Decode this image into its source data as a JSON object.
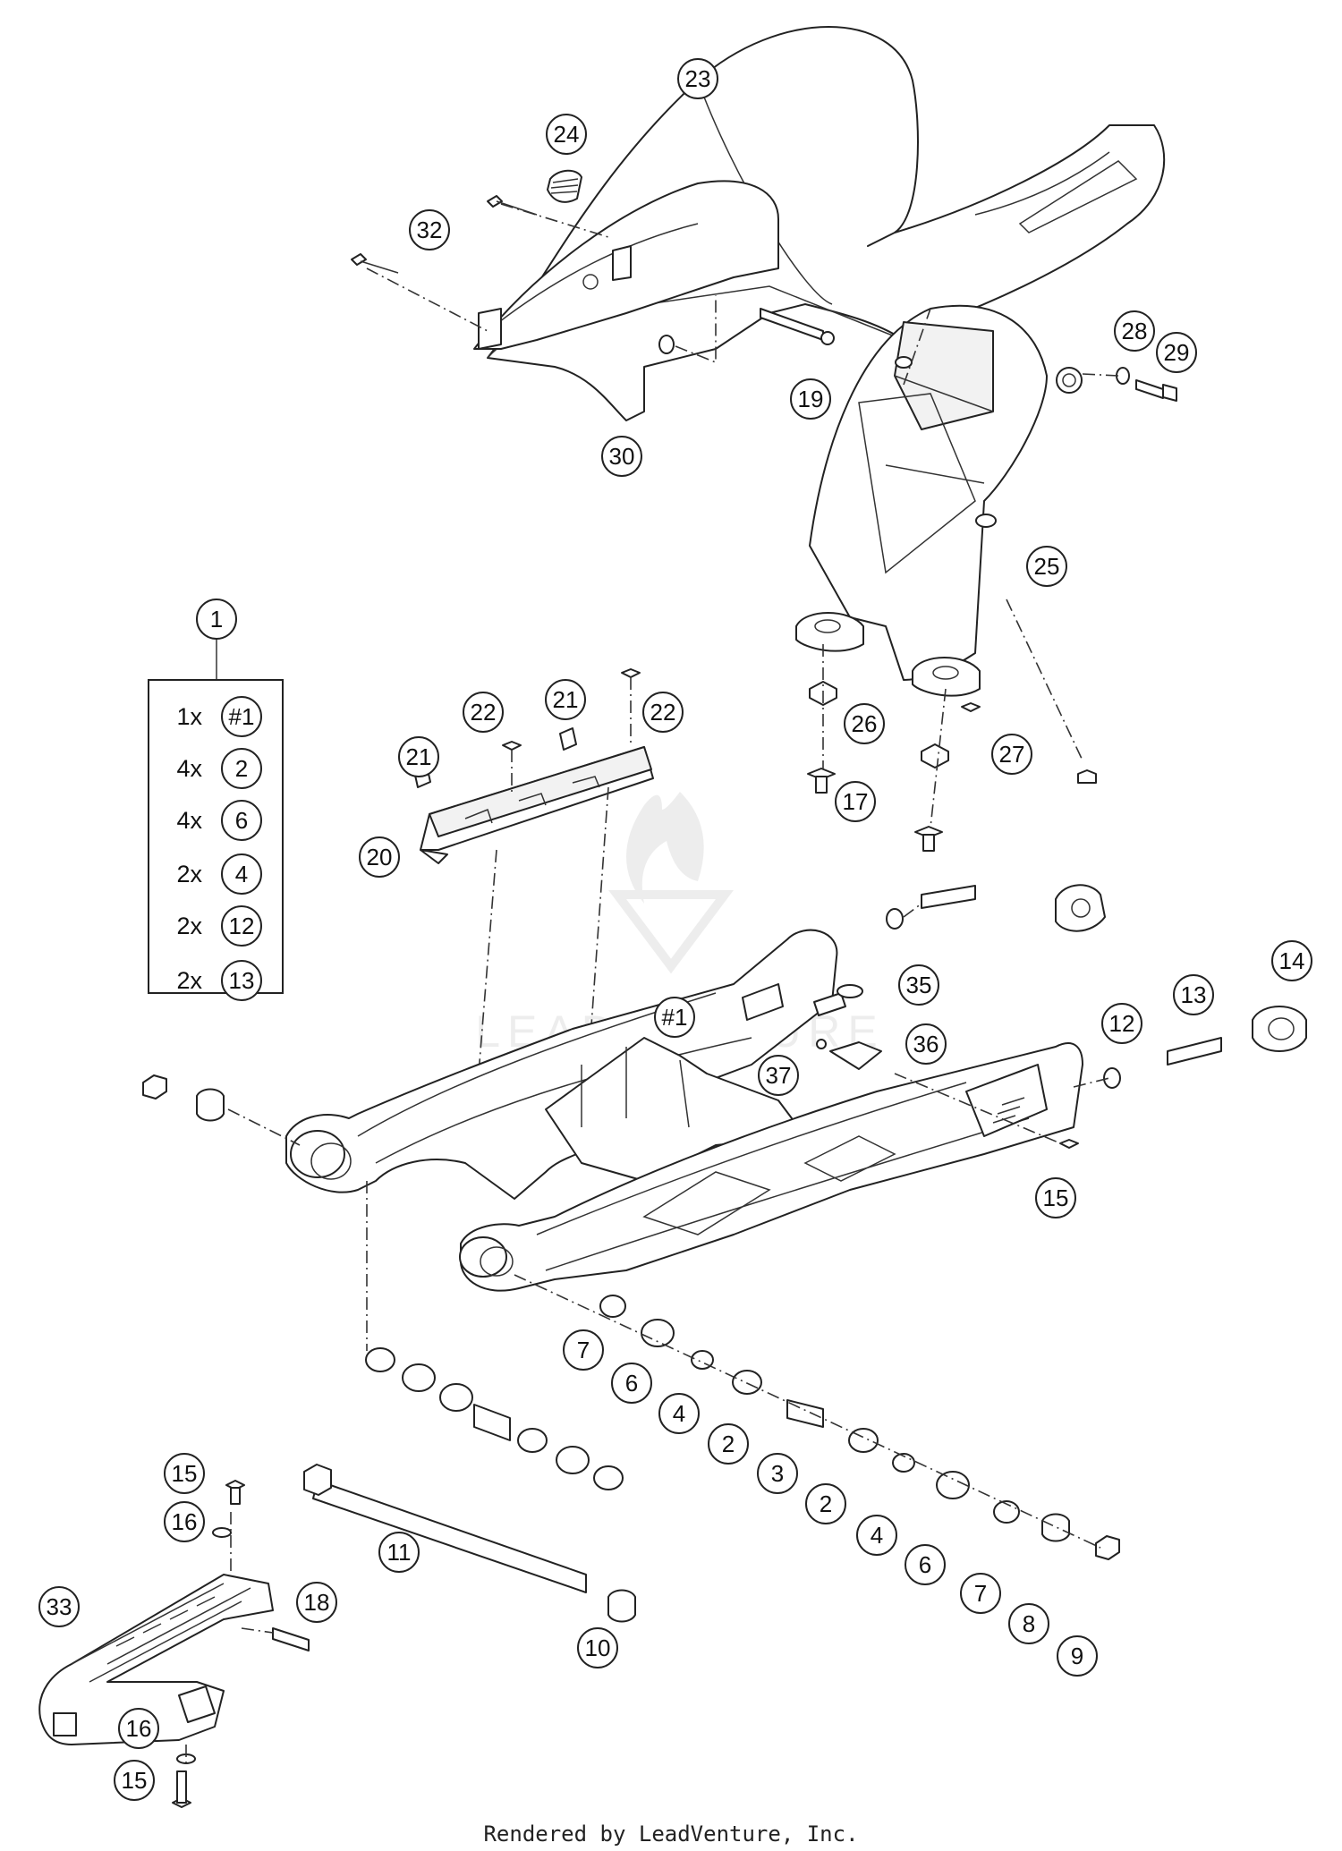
{
  "kit": {
    "callout": "1",
    "items": [
      {
        "qty": "1x",
        "ref": "#1"
      },
      {
        "qty": "4x",
        "ref": "2"
      },
      {
        "qty": "4x",
        "ref": "6"
      },
      {
        "qty": "2x",
        "ref": "4"
      },
      {
        "qty": "2x",
        "ref": "12"
      },
      {
        "qty": "2x",
        "ref": "13"
      }
    ]
  },
  "callouts": [
    "23",
    "24",
    "32",
    "28",
    "29",
    "19",
    "30",
    "25",
    "26",
    "27",
    "17",
    "22",
    "21",
    "21",
    "22",
    "20",
    "#1",
    "35",
    "14",
    "13",
    "12",
    "36",
    "37",
    "15",
    "7",
    "6",
    "4",
    "2",
    "3",
    "2",
    "4",
    "6",
    "7",
    "8",
    "9",
    "15",
    "16",
    "11",
    "18",
    "33",
    "10",
    "16",
    "15"
  ],
  "footer": "Rendered by LeadVenture, Inc.",
  "watermark": "LEADVENTURE"
}
